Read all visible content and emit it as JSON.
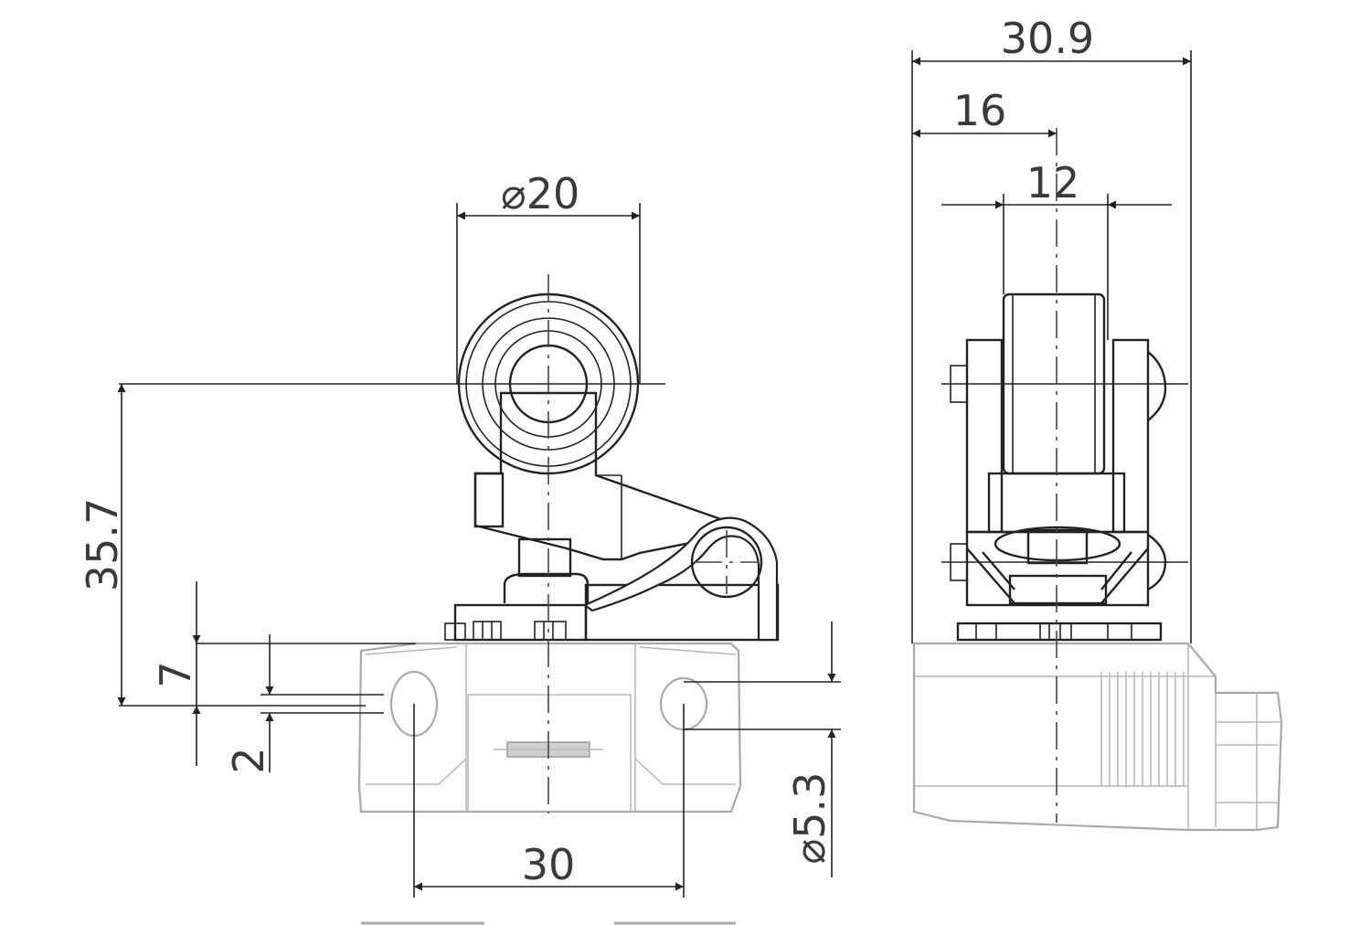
{
  "drawing": {
    "front_view": {
      "dimensions": {
        "roller_diameter": "⌀20",
        "height": "35.7",
        "offset_7": "7",
        "offset_2": "2",
        "hole_spacing": "30",
        "hole_diameter": "⌀5.3"
      }
    },
    "side_view": {
      "dimensions": {
        "overall_width": "30.9",
        "center_offset": "16",
        "roller_width": "12"
      }
    },
    "colors": {
      "line": "#222222",
      "body_grey": "#a9a9a9",
      "text": "#3a3a3a"
    }
  }
}
